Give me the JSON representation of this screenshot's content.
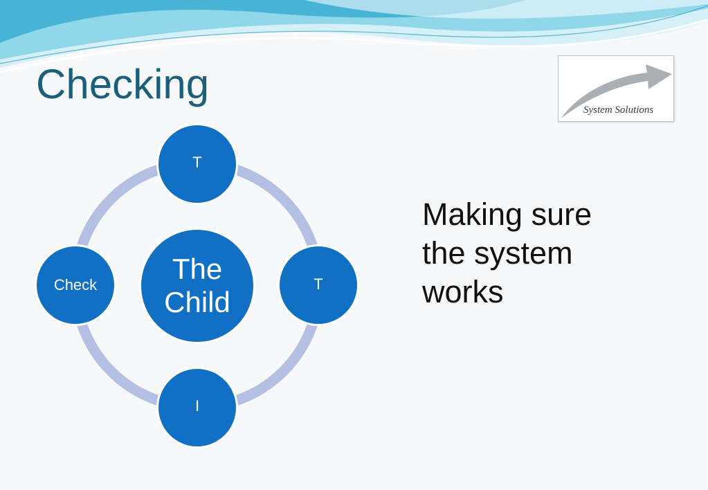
{
  "slide": {
    "title": "Checking",
    "side_text": "Making sure the system works"
  },
  "logo": {
    "text": "System Solutions",
    "icon": "curved-arrow-icon"
  },
  "diagram": {
    "center": "The Child",
    "nodes": {
      "top": "T",
      "right": "T",
      "bottom": "I",
      "left": "Check"
    }
  },
  "colors": {
    "title": "#1b5f7a",
    "node_fill": "#1170c4",
    "ring": "#b3c0e4",
    "wave_light": "#bfe8f2",
    "wave_mid": "#7fd2e6",
    "wave_dark": "#39a9cf"
  }
}
